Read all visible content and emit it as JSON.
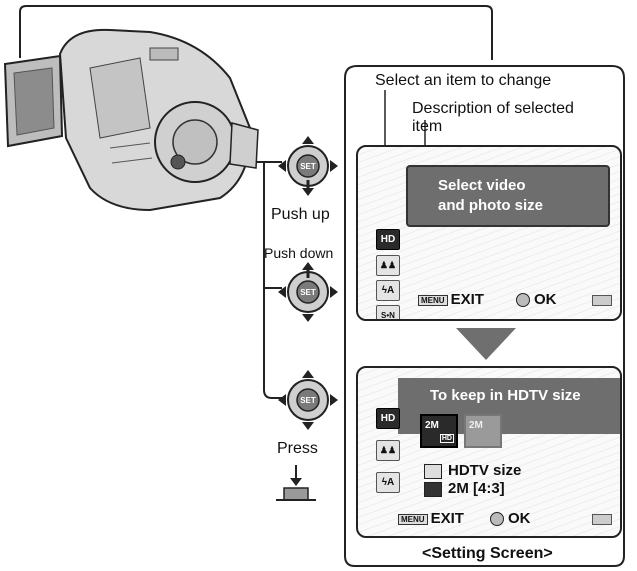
{
  "labels": {
    "select_item": "Select an item to change",
    "description_line1": "Description of selected",
    "description_line2": "item",
    "push_up": "Push up",
    "push_down": "Push down",
    "press": "Press",
    "setting_screen": "<Setting Screen>",
    "set_button": "SET"
  },
  "screen1": {
    "banner_line1": "Select video",
    "banner_line2": "and photo size",
    "icons": [
      "HD",
      "♟♟",
      "ϟA",
      "S•N"
    ],
    "menu_badge": "MENU",
    "exit_label": "EXIT",
    "ok_label": "OK"
  },
  "screen2": {
    "banner": "To keep in HDTV size",
    "icons": [
      "HD",
      "♟♟",
      "ϟA"
    ],
    "option1": "2M",
    "option2": "2M",
    "video_size": "HDTV size",
    "photo_size": "2M [4:3]",
    "menu_badge": "MENU",
    "exit_label": "EXIT",
    "ok_label": "OK"
  },
  "colors": {
    "banner_bg": "#6e6e6e",
    "selected_icon": "#2a2a2a",
    "arrow": "#707070"
  }
}
